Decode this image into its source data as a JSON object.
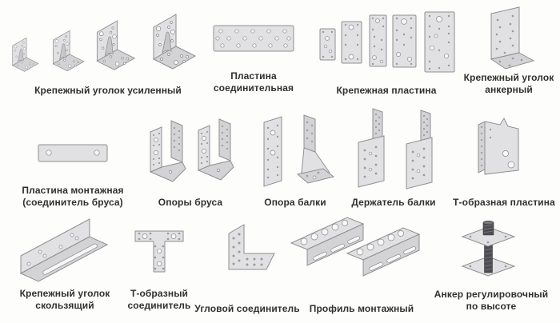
{
  "page": {
    "type": "fastener-catalog-diagram",
    "language": "ru",
    "colors": {
      "background": "#fdfdfb",
      "metal_light": "#e1e1e3",
      "metal_mid": "#d3d3d6",
      "outline": "#8f8f93",
      "hole": "#f7f7f7",
      "rod_dark": "#4e4e52",
      "label_text": "#303030"
    }
  },
  "items": [
    {
      "id": "reinforced-corner-brace",
      "label": "Крепежный уголок усиленный",
      "count_drawn": 4
    },
    {
      "id": "connecting-plate",
      "label": "Пластина\nсоединительная",
      "count_drawn": 1
    },
    {
      "id": "fastening-plate",
      "label": "Крепежная пластина",
      "count_drawn": 5
    },
    {
      "id": "anchor-corner-brace",
      "label": "Крепежный уголок\nанкерный",
      "count_drawn": 1
    },
    {
      "id": "mounting-plate",
      "label": "Пластина монтажная\n(соединитель бруса)",
      "count_drawn": 1
    },
    {
      "id": "timber-supports",
      "label": "Опоры бруса",
      "count_drawn": 2
    },
    {
      "id": "beam-support",
      "label": "Опора балки",
      "count_drawn": 1
    },
    {
      "id": "beam-holder",
      "label": "Держатель балки",
      "count_drawn": 2
    },
    {
      "id": "t-shaped-plate",
      "label": "Т-образная пластина",
      "count_drawn": 1
    },
    {
      "id": "sliding-corner-brace",
      "label": "Крепежный уголок\nскользящий",
      "count_drawn": 1
    },
    {
      "id": "t-shaped-connector",
      "label": "Т-образный\nсоединитель",
      "count_drawn": 1
    },
    {
      "id": "angle-connector",
      "label": "Угловой соединитель",
      "count_drawn": 1
    },
    {
      "id": "mounting-profile",
      "label": "Профиль монтажный",
      "count_drawn": 2
    },
    {
      "id": "height-adjustable-anchor",
      "label": "Анкер регулировочный\nпо высоте",
      "count_drawn": 1
    }
  ]
}
